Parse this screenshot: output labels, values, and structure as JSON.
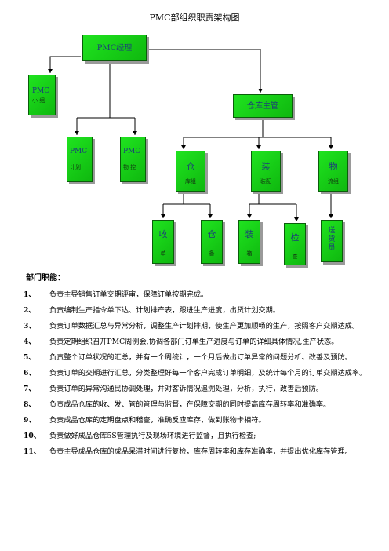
{
  "title": "PMC部组织职责架构图",
  "chart": {
    "manager": "PMC经理",
    "pmc_leader": {
      "line1": "PMC",
      "line2": "小 组"
    },
    "pmc_plan": {
      "line1": "PMC",
      "line2": "计划"
    },
    "pmc_material": {
      "line1": "PMC",
      "line2": "物 控"
    },
    "warehouse_head": "仓库主管",
    "warehouse_group": {
      "line1": "仓",
      "line2": "库组"
    },
    "install_group": {
      "line1": "装",
      "line2": "装配"
    },
    "logistics_group": {
      "line1": "物",
      "line2": "流组"
    },
    "leaf_receive": {
      "line1": "收",
      "line2": "单"
    },
    "leaf_store": {
      "line1": "仓",
      "line2": "备"
    },
    "leaf_pack": {
      "line1": "装",
      "line2": "箱"
    },
    "leaf_check": {
      "line1": "检",
      "line2": "查"
    },
    "leaf_ship": {
      "line1": "送",
      "line2": "货",
      "line3": "员"
    }
  },
  "duties_heading": "部门职能：",
  "duties": [
    {
      "num": "1、",
      "text": "负责主导销售订单交期评审，保障订单按期完成。"
    },
    {
      "num": "2、",
      "text": "负责编制生产指令单下达、计划排产表，跟进生产进度，出货计划交期。"
    },
    {
      "num": "3、",
      "text": "负责订单数据汇总与异常分析，调整生产计划排期，使生产更加顺畅的生产，按照客户交期达成。"
    },
    {
      "num": "4、",
      "text": "负责定期组织召开PMC周例会,协调各部门订单生产进度与订单的详细具体情况,生产状态。"
    },
    {
      "num": "5、",
      "text": "负责整个订单状况的汇总，并有一个周统计，一个月后做出订单异常的问题分析、改善及预防。"
    },
    {
      "num": "6、",
      "text": "负责订单的交期进行汇总，分类整理好每一个客户完成订单明细，及统计每个月的订单交期达成率。"
    },
    {
      "num": "7、",
      "text": "负责订单的异常沟通民协调处理，并对客诉情况追溯处理，分析，执行，改善后预防。"
    },
    {
      "num": "8、",
      "text": "负责成品仓库的收、发、管的管理与监督，在保障交期的同时提高库存周转率和准确率。"
    },
    {
      "num": "9、",
      "text": "负责成品仓库的定期盘点和稽查，准确反应库存，做到账物卡相符。"
    },
    {
      "num": "10、",
      "text": "负责做好成品仓库5S管理执行及现场环境进行监督，且执行检查;"
    },
    {
      "num": "11、",
      "text": "负责主导成品仓库的成品呆滞时间进行复检，库存周转率和库存准确率，并提出优化库存管理。"
    }
  ]
}
